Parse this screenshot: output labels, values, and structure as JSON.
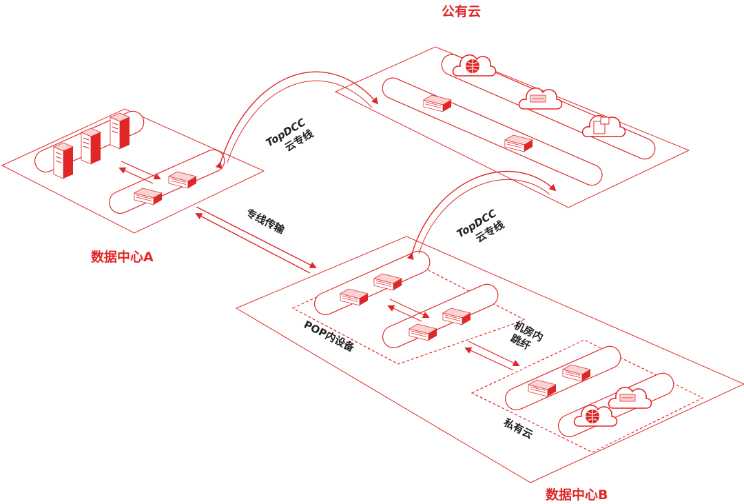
{
  "colors": {
    "accent": "#e02727",
    "accent_light": "#f29a9a",
    "text": "#222222"
  },
  "labels": {
    "public_cloud": "公有云",
    "datacenter_a": "数据中心A",
    "datacenter_b": "数据中心B",
    "private_cloud": "私有云",
    "pop_devices": "POP内设备",
    "dedicated_line": "专线传输",
    "fiber_jump_1": "机房内",
    "fiber_jump_2": "跳纤",
    "topdcc_1_line1": "TopDCC",
    "topdcc_1_line2": "云专线",
    "topdcc_2_line1": "TopDCC",
    "topdcc_2_line2": "云专线"
  },
  "icons": [
    "server-tower-icon",
    "switch-device-icon",
    "cloud-globe-icon",
    "cloud-server-icon",
    "cloud-storage-icon"
  ]
}
